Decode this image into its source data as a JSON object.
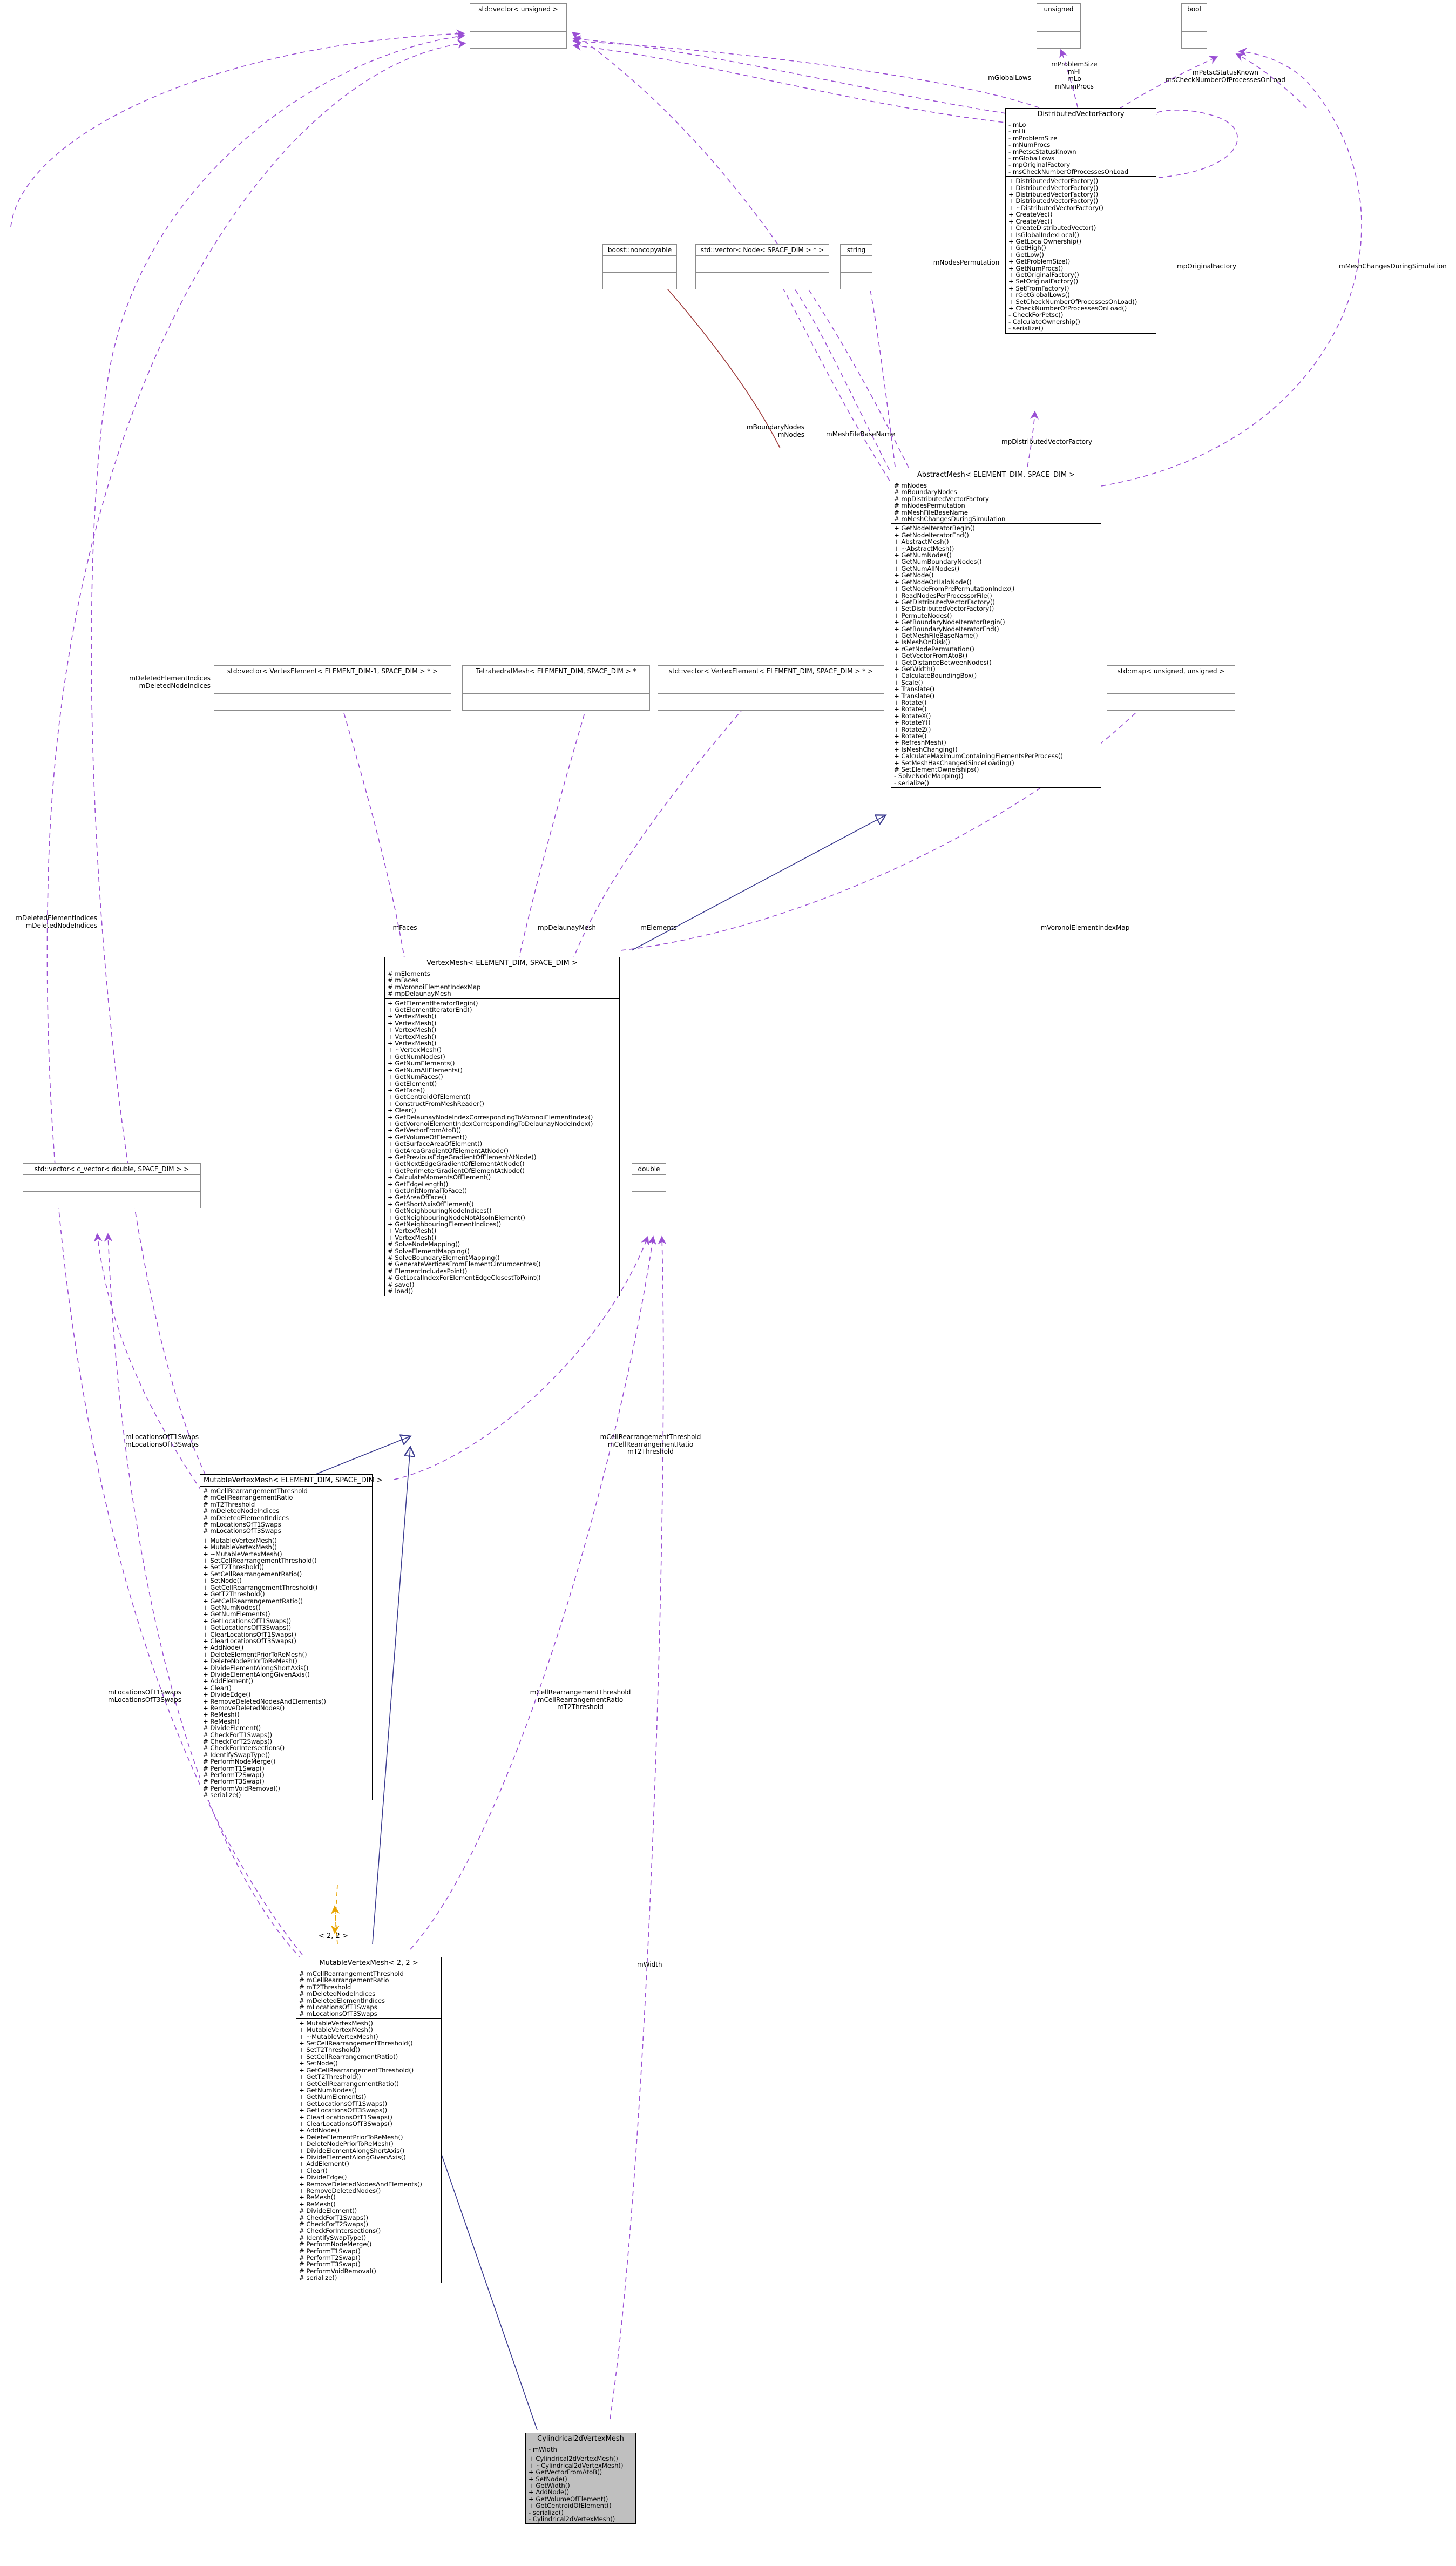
{
  "diagram": {
    "kind": "uml-class-diagram",
    "colors": {
      "usage_edge": "#9a4fd4",
      "inheritance_edge": "#3b3b8f",
      "template_edge": "#e8a400",
      "noncopyable_edge": "#9e3a3a",
      "box_border": "#8c8c8c",
      "box_border_strong": "#000000",
      "highlight_fill": "#bfbfbf"
    }
  },
  "boxes": {
    "std_vector_unsigned": {
      "title": "std::vector< unsigned >"
    },
    "unsigned": {
      "title": "unsigned"
    },
    "bool": {
      "title": "bool"
    },
    "boost_noncopyable": {
      "title": "boost::noncopyable"
    },
    "std_vector_node": {
      "title": "std::vector< Node< SPACE_DIM > * >"
    },
    "string": {
      "title": "string"
    },
    "std_vector_vertexelement_m1": {
      "title": "std::vector< VertexElement< ELEMENT_DIM-1, SPACE_DIM > * >"
    },
    "tetrahedral_mesh": {
      "title": "TetrahedralMesh< ELEMENT_DIM, SPACE_DIM > *"
    },
    "std_vector_vertexelement": {
      "title": "std::vector< VertexElement< ELEMENT_DIM, SPACE_DIM > * >"
    },
    "std_map_unsigned": {
      "title": "std::map< unsigned, unsigned >"
    },
    "std_vector_cvector": {
      "title": "std::vector< c_vector< double, SPACE_DIM > >"
    },
    "double": {
      "title": "double"
    },
    "distributed_vector_factory": {
      "title": "DistributedVectorFactory",
      "attributes": [
        "- mLo",
        "- mHi",
        "- mProblemSize",
        "- mNumProcs",
        "- mPetscStatusKnown",
        "- mGlobalLows",
        "- mpOriginalFactory",
        "- msCheckNumberOfProcessesOnLoad"
      ],
      "operations": [
        "+ DistributedVectorFactory()",
        "+ DistributedVectorFactory()",
        "+ DistributedVectorFactory()",
        "+ DistributedVectorFactory()",
        "+ ~DistributedVectorFactory()",
        "+ CreateVec()",
        "+ CreateVec()",
        "+ CreateDistributedVector()",
        "+ IsGlobalIndexLocal()",
        "+ GetLocalOwnership()",
        "+ GetHigh()",
        "+ GetLow()",
        "+ GetProblemSize()",
        "+ GetNumProcs()",
        "+ GetOriginalFactory()",
        "+ SetOriginalFactory()",
        "+ SetFromFactory()",
        "+ rGetGlobalLows()",
        "+ SetCheckNumberOfProcessesOnLoad()",
        "+ CheckNumberOfProcessesOnLoad()",
        "- CheckForPetsc()",
        "- CalculateOwnership()",
        "- serialize()"
      ]
    },
    "abstract_mesh": {
      "title": "AbstractMesh< ELEMENT_DIM, SPACE_DIM >",
      "attributes": [
        "# mNodes",
        "# mBoundaryNodes",
        "# mpDistributedVectorFactory",
        "# mNodesPermutation",
        "# mMeshFileBaseName",
        "# mMeshChangesDuringSimulation"
      ],
      "operations": [
        "+ GetNodeIteratorBegin()",
        "+ GetNodeIteratorEnd()",
        "+ AbstractMesh()",
        "+ ~AbstractMesh()",
        "+ GetNumNodes()",
        "+ GetNumBoundaryNodes()",
        "+ GetNumAllNodes()",
        "+ GetNode()",
        "+ GetNodeOrHaloNode()",
        "+ GetNodeFromPrePermutationIndex()",
        "+ ReadNodesPerProcessorFile()",
        "+ GetDistributedVectorFactory()",
        "+ SetDistributedVectorFactory()",
        "+ PermuteNodes()",
        "+ GetBoundaryNodeIteratorBegin()",
        "+ GetBoundaryNodeIteratorEnd()",
        "+ GetMeshFileBaseName()",
        "+ IsMeshOnDisk()",
        "+ rGetNodePermutation()",
        "+ GetVectorFromAtoB()",
        "+ GetDistanceBetweenNodes()",
        "+ GetWidth()",
        "+ CalculateBoundingBox()",
        "+ Scale()",
        "+ Translate()",
        "+ Translate()",
        "+ Rotate()",
        "+ Rotate()",
        "+ RotateX()",
        "+ RotateY()",
        "+ RotateZ()",
        "+ Rotate()",
        "+ RefreshMesh()",
        "+ IsMeshChanging()",
        "+ CalculateMaximumContainingElementsPerProcess()",
        "+ SetMeshHasChangedSinceLoading()",
        "# SetElementOwnerships()",
        "- SolveNodeMapping()",
        "- serialize()"
      ]
    },
    "vertex_mesh": {
      "title": "VertexMesh< ELEMENT_DIM, SPACE_DIM >",
      "attributes": [
        "# mElements",
        "# mFaces",
        "# mVoronoiElementIndexMap",
        "# mpDelaunayMesh"
      ],
      "operations": [
        "+ GetElementIteratorBegin()",
        "+ GetElementIteratorEnd()",
        "+ VertexMesh()",
        "+ VertexMesh()",
        "+ VertexMesh()",
        "+ VertexMesh()",
        "+ VertexMesh()",
        "+ ~VertexMesh()",
        "+ GetNumNodes()",
        "+ GetNumElements()",
        "+ GetNumAllElements()",
        "+ GetNumFaces()",
        "+ GetElement()",
        "+ GetFace()",
        "+ GetCentroidOfElement()",
        "+ ConstructFromMeshReader()",
        "+ Clear()",
        "+ GetDelaunayNodeIndexCorrespondingToVoronoiElementIndex()",
        "+ GetVoronoiElementIndexCorrespondingToDelaunayNodeIndex()",
        "+ GetVectorFromAtoB()",
        "+ GetVolumeOfElement()",
        "+ GetSurfaceAreaOfElement()",
        "+ GetAreaGradientOfElementAtNode()",
        "+ GetPreviousEdgeGradientOfElementAtNode()",
        "+ GetNextEdgeGradientOfElementAtNode()",
        "+ GetPerimeterGradientOfElementAtNode()",
        "+ CalculateMomentsOfElement()",
        "+ GetEdgeLength()",
        "+ GetUnitNormalToFace()",
        "+ GetAreaOfFace()",
        "+ GetShortAxisOfElement()",
        "+ GetNeighbouringNodeIndices()",
        "+ GetNeighbouringNodeNotAlsoInElement()",
        "+ GetNeighbouringElementIndices()",
        "+ VertexMesh()",
        "+ VertexMesh()",
        "# SolveNodeMapping()",
        "# SolveElementMapping()",
        "# SolveBoundaryElementMapping()",
        "# GenerateVerticesFromElementCircumcentres()",
        "# ElementIncludesPoint()",
        "# GetLocalIndexForElementEdgeClosestToPoint()",
        "# save()",
        "# load()"
      ]
    },
    "mutable_vertex_mesh": {
      "title": "MutableVertexMesh< ELEMENT_DIM, SPACE_DIM >",
      "attributes": [
        "# mCellRearrangementThreshold",
        "# mCellRearrangementRatio",
        "# mT2Threshold",
        "# mDeletedNodeIndices",
        "# mDeletedElementIndices",
        "# mLocationsOfT1Swaps",
        "# mLocationsOfT3Swaps"
      ],
      "operations": [
        "+ MutableVertexMesh()",
        "+ MutableVertexMesh()",
        "+ ~MutableVertexMesh()",
        "+ SetCellRearrangementThreshold()",
        "+ SetT2Threshold()",
        "+ SetCellRearrangementRatio()",
        "+ SetNode()",
        "+ GetCellRearrangementThreshold()",
        "+ GetT2Threshold()",
        "+ GetCellRearrangementRatio()",
        "+ GetNumNodes()",
        "+ GetNumElements()",
        "+ GetLocationsOfT1Swaps()",
        "+ GetLocationsOfT3Swaps()",
        "+ ClearLocationsOfT1Swaps()",
        "+ ClearLocationsOfT3Swaps()",
        "+ AddNode()",
        "+ DeleteElementPriorToReMesh()",
        "+ DeleteNodePriorToReMesh()",
        "+ DivideElementAlongShortAxis()",
        "+ DivideElementAlongGivenAxis()",
        "+ AddElement()",
        "+ Clear()",
        "+ DivideEdge()",
        "+ RemoveDeletedNodesAndElements()",
        "+ RemoveDeletedNodes()",
        "+ ReMesh()",
        "+ ReMesh()",
        "# DivideElement()",
        "# CheckForT1Swaps()",
        "# CheckForT2Swaps()",
        "# CheckForIntersections()",
        "# IdentifySwapType()",
        "# PerformNodeMerge()",
        "# PerformT1Swap()",
        "# PerformT2Swap()",
        "# PerformT3Swap()",
        "# PerformVoidRemoval()",
        "# serialize()"
      ]
    },
    "mutable_vertex_mesh_22": {
      "title": "MutableVertexMesh< 2, 2 >",
      "attributes": [
        "# mCellRearrangementThreshold",
        "# mCellRearrangementRatio",
        "# mT2Threshold",
        "# mDeletedNodeIndices",
        "# mDeletedElementIndices",
        "# mLocationsOfT1Swaps",
        "# mLocationsOfT3Swaps"
      ],
      "operations": [
        "+ MutableVertexMesh()",
        "+ MutableVertexMesh()",
        "+ ~MutableVertexMesh()",
        "+ SetCellRearrangementThreshold()",
        "+ SetT2Threshold()",
        "+ SetCellRearrangementRatio()",
        "+ SetNode()",
        "+ GetCellRearrangementThreshold()",
        "+ GetT2Threshold()",
        "+ GetCellRearrangementRatio()",
        "+ GetNumNodes()",
        "+ GetNumElements()",
        "+ GetLocationsOfT1Swaps()",
        "+ GetLocationsOfT3Swaps()",
        "+ ClearLocationsOfT1Swaps()",
        "+ ClearLocationsOfT3Swaps()",
        "+ AddNode()",
        "+ DeleteElementPriorToReMesh()",
        "+ DeleteNodePriorToReMesh()",
        "+ DivideElementAlongShortAxis()",
        "+ DivideElementAlongGivenAxis()",
        "+ AddElement()",
        "+ Clear()",
        "+ DivideEdge()",
        "+ RemoveDeletedNodesAndElements()",
        "+ RemoveDeletedNodes()",
        "+ ReMesh()",
        "+ ReMesh()",
        "# DivideElement()",
        "# CheckForT1Swaps()",
        "# CheckForT2Swaps()",
        "# CheckForIntersections()",
        "# IdentifySwapType()",
        "# PerformNodeMerge()",
        "# PerformT1Swap()",
        "# PerformT2Swap()",
        "# PerformT3Swap()",
        "# PerformVoidRemoval()",
        "# serialize()"
      ]
    },
    "cylindrical2d_vertex_mesh": {
      "title": "Cylindrical2dVertexMesh",
      "attributes": [
        "- mWidth"
      ],
      "operations": [
        "+ Cylindrical2dVertexMesh()",
        "+ ~Cylindrical2dVertexMesh()",
        "+ GetVectorFromAtoB()",
        "+ SetNode()",
        "+ GetWidth()",
        "+ AddNode()",
        "+ GetVolumeOfElement()",
        "+ GetCentroidOfElement()",
        "- serialize()",
        "- Cylindrical2dVertexMesh()"
      ]
    }
  },
  "edge_labels": {
    "mGlobalLows": "mGlobalLows",
    "unsigned_group": "mProblemSize\nmHi\nmLo\nmNumProcs",
    "bool_group": "mPetscStatusKnown\nmsCheckNumberOfProcessesOnLoad",
    "mNodesPermutation": "mNodesPermutation",
    "mpOriginalFactory": "mpOriginalFactory",
    "mMeshChangesDuringSimulation": "mMeshChangesDuringSimulation",
    "mBoundaryNodes_mNodes": "mBoundaryNodes\nmNodes",
    "mMeshFileBaseName": "mMeshFileBaseName",
    "mpDistributedVectorFactory": "mpDistributedVectorFactory",
    "mDeleted_indices_top": "mDeletedElementIndices\nmDeletedNodeIndices",
    "mFaces": "mFaces",
    "mpDelaunayMesh": "mpDelaunayMesh",
    "mElements": "mElements",
    "mVoronoiElementIndexMap": "mVoronoiElementIndexMap",
    "mDeleted_indices_left": "mDeletedElementIndices\nmDeletedNodeIndices",
    "mLocations_left": "mLocationsOfT1Swaps\nmLocationsOfT3Swaps",
    "mLocations_lower": "mLocationsOfT1Swaps\nmLocationsOfT3Swaps",
    "thresholds_upper": "mCellRearrangementThreshold\nmCellRearrangementRatio\nmT2Threshold",
    "thresholds_lower": "mCellRearrangementThreshold\nmCellRearrangementRatio\nmT2Threshold",
    "mWidth": "mWidth",
    "template_binding": "< 2, 2 >"
  }
}
